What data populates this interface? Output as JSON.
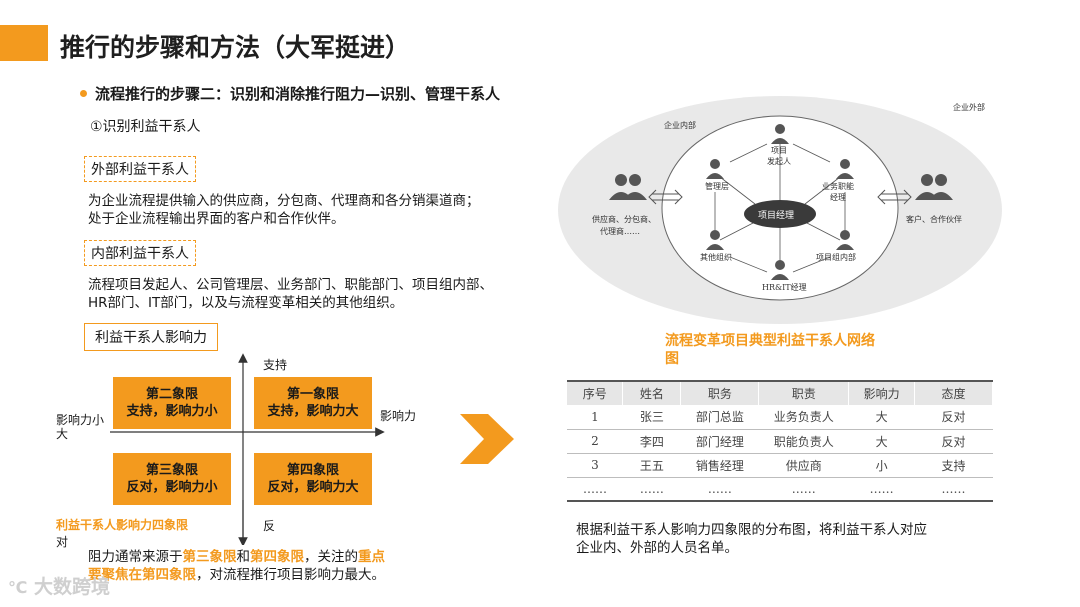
{
  "header": {
    "title": "推行的步骤和方法（大军挺进）"
  },
  "section": {
    "bullet": "流程推行的步骤二：识别和消除推行阻力—识别、管理干系人",
    "step": "①识别利益干系人"
  },
  "external": {
    "label": "外部利益干系人",
    "line1": "为企业流程提供输入的供应商，分包商、代理商和各分销渠道商；",
    "line2": "处于企业流程输出界面的客户和合作伙伴。"
  },
  "internal": {
    "label": "内部利益干系人",
    "line1": "流程项目发起人、公司管理层、业务部门、职能部门、项目组内部、",
    "line2": "HR部门、IT部门，以及与流程变革相关的其他组织。"
  },
  "influence": {
    "label": "利益干系人影响力",
    "axis_top": "支持",
    "axis_right": "影响力",
    "axis_left_1": "影响力小",
    "axis_left_2": "大",
    "axis_bottom": "反",
    "caption_1": "利益干系人影响力四象限",
    "caption_2": "对",
    "quadrants": [
      {
        "name": "第二象限",
        "desc": "支持，影响力小"
      },
      {
        "name": "第一象限",
        "desc": "支持，影响力大"
      },
      {
        "name": "第三象限",
        "desc": "反对，影响力小"
      },
      {
        "name": "第四象限",
        "desc": "反对，影响力大"
      }
    ]
  },
  "note": {
    "p1": "阻力通常来源于",
    "q3": "第三象限",
    "p2": "和",
    "q4": "第四象限",
    "p3": "，关注的",
    "hl1": "重点",
    "hl2": "要聚焦在第四象限",
    "p4": "，对流程推行项目影响力最大。"
  },
  "network": {
    "outer_label": "企业外部",
    "inner_label": "企业内部",
    "center": "项目经理",
    "nodes": {
      "sponsor_1": "项目",
      "sponsor_2": "发起人",
      "management": "管理层",
      "business_1": "业务职能",
      "business_2": "经理",
      "other": "其他组织",
      "team": "项目组内部",
      "hrit": "HR&IT经理"
    },
    "left_1": "供应商、分包商、",
    "left_2": "代理商……",
    "right": "客户、合作伙伴",
    "caption_1": "流程变革项目典型利益干系人网络",
    "caption_2": "图"
  },
  "table": {
    "headers": [
      "序号",
      "姓名",
      "职务",
      "职责",
      "影响力",
      "态度"
    ],
    "rows": [
      [
        "1",
        "张三",
        "部门总监",
        "业务负责人",
        "大",
        "反对"
      ],
      [
        "2",
        "李四",
        "部门经理",
        "职能负责人",
        "大",
        "反对"
      ],
      [
        "3",
        "王五",
        "销售经理",
        "供应商",
        "小",
        "支持"
      ],
      [
        "……",
        "……",
        "……",
        "……",
        "……",
        "……"
      ]
    ]
  },
  "table_note": {
    "line1": "根据利益干系人影响力四象限的分布图，将利益干系人对应",
    "line2": "企业内、外部的人员名单。"
  },
  "watermark": "大数跨境",
  "colors": {
    "accent": "#f39a1e",
    "ellipse": "#e9e9e9",
    "center_node": "#3a3a3a"
  }
}
